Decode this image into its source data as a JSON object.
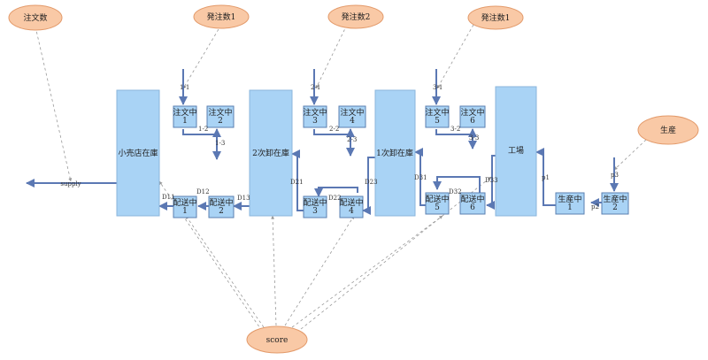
{
  "colors": {
    "ellipse_fill": "#f9c9a6",
    "ellipse_stroke": "#e39a6a",
    "box_fill": "#a9d3f5",
    "box_stroke": "#5a7fb0",
    "flow_arrow": "#5b78b3",
    "dashed_line": "#999999"
  },
  "ellipses": {
    "order_count": "注文数",
    "hatchu_1a": "発注数1",
    "hatchu_2": "発注数2",
    "hatchu_1b": "発注数1",
    "production": "生産",
    "score": "score"
  },
  "stocks": {
    "retail": "小売店在庫",
    "wholesale2": "2次卸在庫",
    "wholesale1": "1次卸在庫",
    "factory": "工場"
  },
  "boxes": {
    "order1": "注文中\n1",
    "order2": "注文中\n2",
    "order3": "注文中\n3",
    "order4": "注文中\n4",
    "order5": "注文中\n5",
    "order6": "注文中\n6",
    "ship1": "配送中\n1",
    "ship2": "配送中\n2",
    "ship3": "配送中\n3",
    "ship4": "配送中\n4",
    "ship5": "配送中\n5",
    "ship6": "配送中\n6",
    "prod1": "生産中\n1",
    "prod2": "生産中\n2"
  },
  "labels": {
    "supply": "supply",
    "o11": "1-1",
    "o12": "1-2",
    "o13": "1-3",
    "o21": "2-1",
    "o22": "2-2",
    "o23": "2-3",
    "o31": "3-1",
    "o32": "3-2",
    "o33": "3-3",
    "d11": "D11",
    "d12": "D12",
    "d13": "D13",
    "d21": "D21",
    "d22": "D22",
    "d23": "D23",
    "d31": "D31",
    "d32": "D32",
    "d33": "D33",
    "p1": "p1",
    "p2": "p2",
    "p3": "p3"
  }
}
